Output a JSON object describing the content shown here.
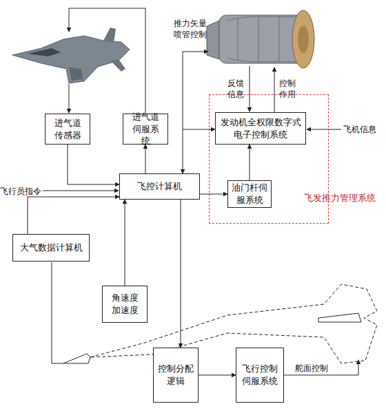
{
  "diagram": {
    "nodes": [
      {
        "text": [
          "飞发推力管理系统"
        ]
      },
      {
        "text": [
          "发动机全权限数字式电子控制系统"
        ],
        "in": 0
      },
      {
        "text": [
          "进气道传感器"
        ]
      },
      {
        "text": [
          "进气道伺服系统"
        ]
      },
      {
        "text": [
          "飞控计算机"
        ]
      },
      {
        "text": [
          "油门杆伺服系统"
        ],
        "in": 0
      },
      {
        "text": [
          "大气数据计算机"
        ]
      },
      {
        "text": [
          "角速度加速度"
        ]
      },
      {
        "text": [
          "控制分配逻辑"
        ]
      },
      {
        "text": [
          "飞行控制伺服系统"
        ]
      }
    ],
    "edges": [
      {
        "from": 2,
        "to": 4,
        "arrow": "to"
      },
      {
        "from": 4,
        "to": 3,
        "arrow": "to"
      },
      {
        "from": 4,
        "to": 1,
        "arrow": "both"
      },
      {
        "from": 4,
        "to": 5,
        "arrow": "to"
      },
      {
        "from": 5,
        "to": 1,
        "arrow": "to"
      },
      {
        "from": 6,
        "to": 4,
        "arrow": "to"
      },
      {
        "from": 7,
        "to": 4,
        "arrow": "to"
      },
      {
        "from": 4,
        "to": 8,
        "arrow": "to"
      },
      {
        "from": 8,
        "to": 9,
        "arrow": "to"
      }
    ],
    "labels": [
      "推力矢量喷管控制",
      "反馈信息",
      "控制作用",
      "飞机信息",
      "飞行员指令",
      "舵面控制"
    ]
  }
}
